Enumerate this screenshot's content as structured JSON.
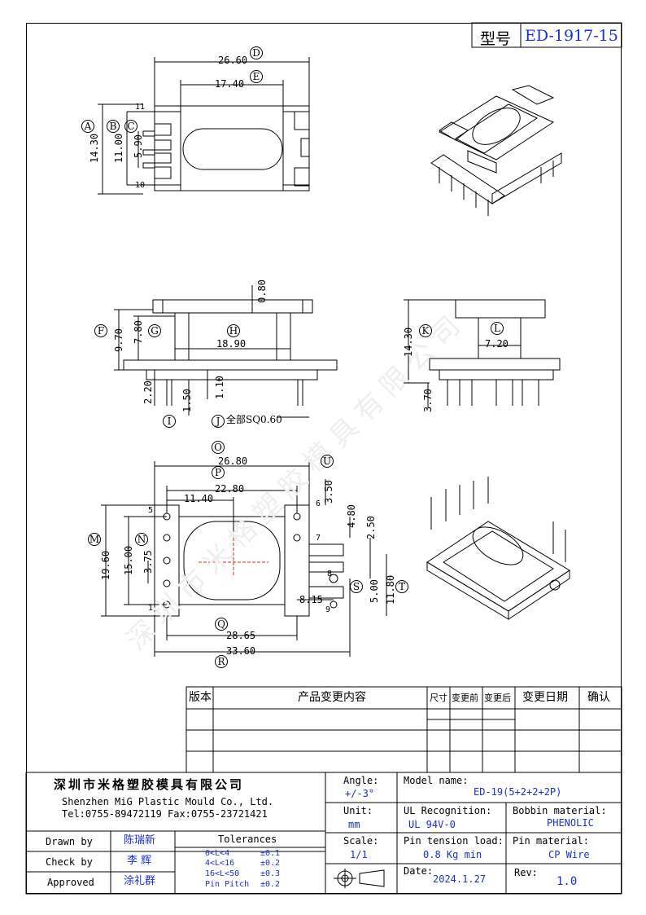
{
  "header": {
    "model_label": "型号",
    "model_value": "ED-1917-15"
  },
  "views": {
    "top": {
      "dims": {
        "d26_60": "26.60",
        "d17_40": "17.40",
        "d14_30": "14.30",
        "d11_00": "11.00",
        "d5_90": "5.90",
        "pin11": "11",
        "pin10": "10"
      },
      "circles": {
        "A": "A",
        "B": "B",
        "C": "C",
        "D": "D",
        "E": "E"
      }
    },
    "front": {
      "dims": {
        "d0_80": "0.80",
        "d9_70": "9.70",
        "d7_80": "7.80",
        "d18_90": "18.90",
        "d2_20": "2.20",
        "d1_50": "1.50",
        "d1_10": "1.10",
        "sq": "全部SQ0.60"
      },
      "circles": {
        "F": "F",
        "G": "G",
        "H": "H",
        "I": "I",
        "J": "J"
      }
    },
    "side": {
      "dims": {
        "d14_30": "14.30",
        "d7_20": "7.20",
        "d3_70": "3.70"
      },
      "circles": {
        "K": "K",
        "L": "L"
      }
    },
    "bottom": {
      "dims": {
        "d26_80": "26.80",
        "d22_80": "22.80",
        "d11_40": "11.40",
        "d3_50": "3.50",
        "d4_80": "4.80",
        "d2_50": "2.50",
        "d19_60": "19.60",
        "d15_00": "15.00",
        "d3_75": "3.75",
        "d5_00": "5.00",
        "d11_80": "11.80",
        "d8_15": "8.15",
        "d28_65": "28.65",
        "d33_60": "33.60",
        "pin5": "5",
        "pin6": "6",
        "pin7": "7",
        "pin8": "8",
        "pin9": "9",
        "pin1": "1"
      },
      "circles": {
        "M": "M",
        "N": "N",
        "O": "O",
        "P": "P",
        "Q": "Q",
        "R": "R",
        "S": "S",
        "T": "T",
        "U": "U"
      }
    }
  },
  "watermark": "深圳市米格塑胶模具有限公司",
  "revision_table": {
    "headers": [
      "版本",
      "产品变更内容",
      "尺寸",
      "变更前",
      "变更后",
      "变更日期",
      "确认"
    ]
  },
  "title_block": {
    "company_cn": "深圳市米格塑胶模具有限公司",
    "company_en": "Shenzhen MiG Plastic Mould Co., Ltd.",
    "tel": "Tel:0755-89472119",
    "fax": "Fax:0755-23721421",
    "angle_label": "Angle:",
    "angle_value": "+/-3°",
    "unit_label": "Unit:",
    "unit_value": "mm",
    "scale_label": "Scale:",
    "scale_value": "1/1",
    "model_name_label": "Model name:",
    "model_name_value": "ED-19(5+2+2+2P)",
    "ul_label": "UL Recognition:",
    "ul_value": "UL 94V-0",
    "bobbin_label": "Bobbin material:",
    "bobbin_value": "PHENOLIC",
    "pin_tension_label": "Pin tension load:",
    "pin_tension_value": "0.8 Kg min",
    "pin_material_label": "Pin material:",
    "pin_material_value": "CP Wire",
    "date_label": "Date:",
    "date_value": "2024.1.27",
    "rev_label": "Rev:",
    "rev_value": "1.0",
    "drawn_label": "Drawn by",
    "drawn_value": "陈瑞新",
    "check_label": "Check by",
    "check_value": "李 辉",
    "approved_label": "Approved",
    "approved_value": "涂礼群",
    "tolerances_label": "Tolerances",
    "tol1_range": "0<L<4",
    "tol1_val": "±0.1",
    "tol2_range": "4<L<16",
    "tol2_val": "±0.2",
    "tol3_range": "16<L<50",
    "tol3_val": "±0.3",
    "tol4_range": "Pin Pitch",
    "tol4_val": "±0.2"
  }
}
